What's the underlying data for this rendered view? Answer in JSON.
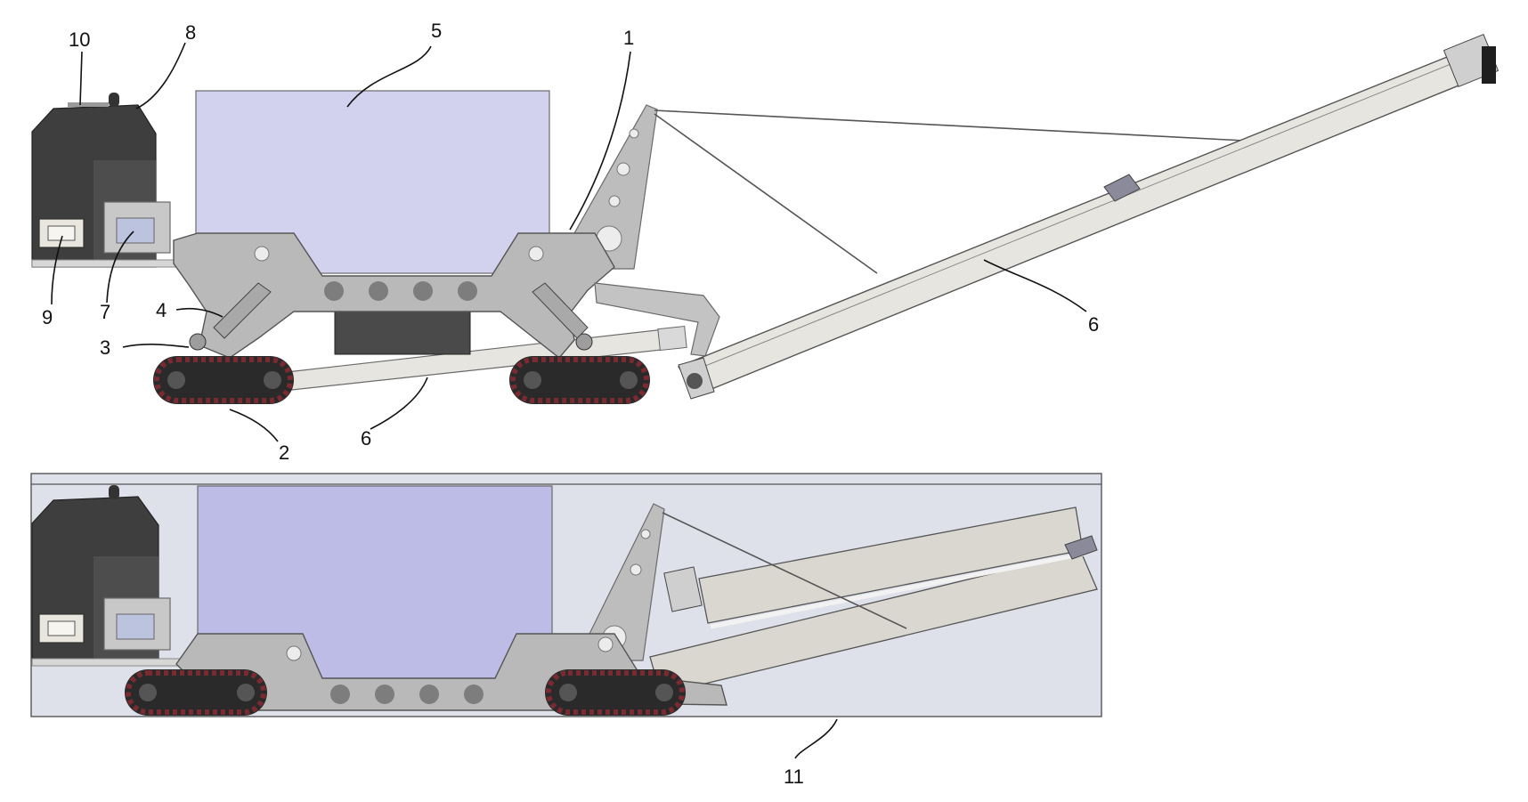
{
  "labels": {
    "l1": "1",
    "l2": "2",
    "l3": "3",
    "l4": "4",
    "l5": "5",
    "l6a": "6",
    "l6b": "6",
    "l7": "7",
    "l8": "8",
    "l9": "9",
    "l10": "10",
    "l11": "11"
  },
  "colors": {
    "hopper": "#d2d2ee",
    "hopper_bottom": "#bcbce6",
    "control_box": "#3e3e3e",
    "frame": "#b9b9b9",
    "conveyor": "#e7e5df",
    "track": "#2a2a2a",
    "track_pad": "#7a2a30",
    "enclosure": "#dfe1ea"
  }
}
